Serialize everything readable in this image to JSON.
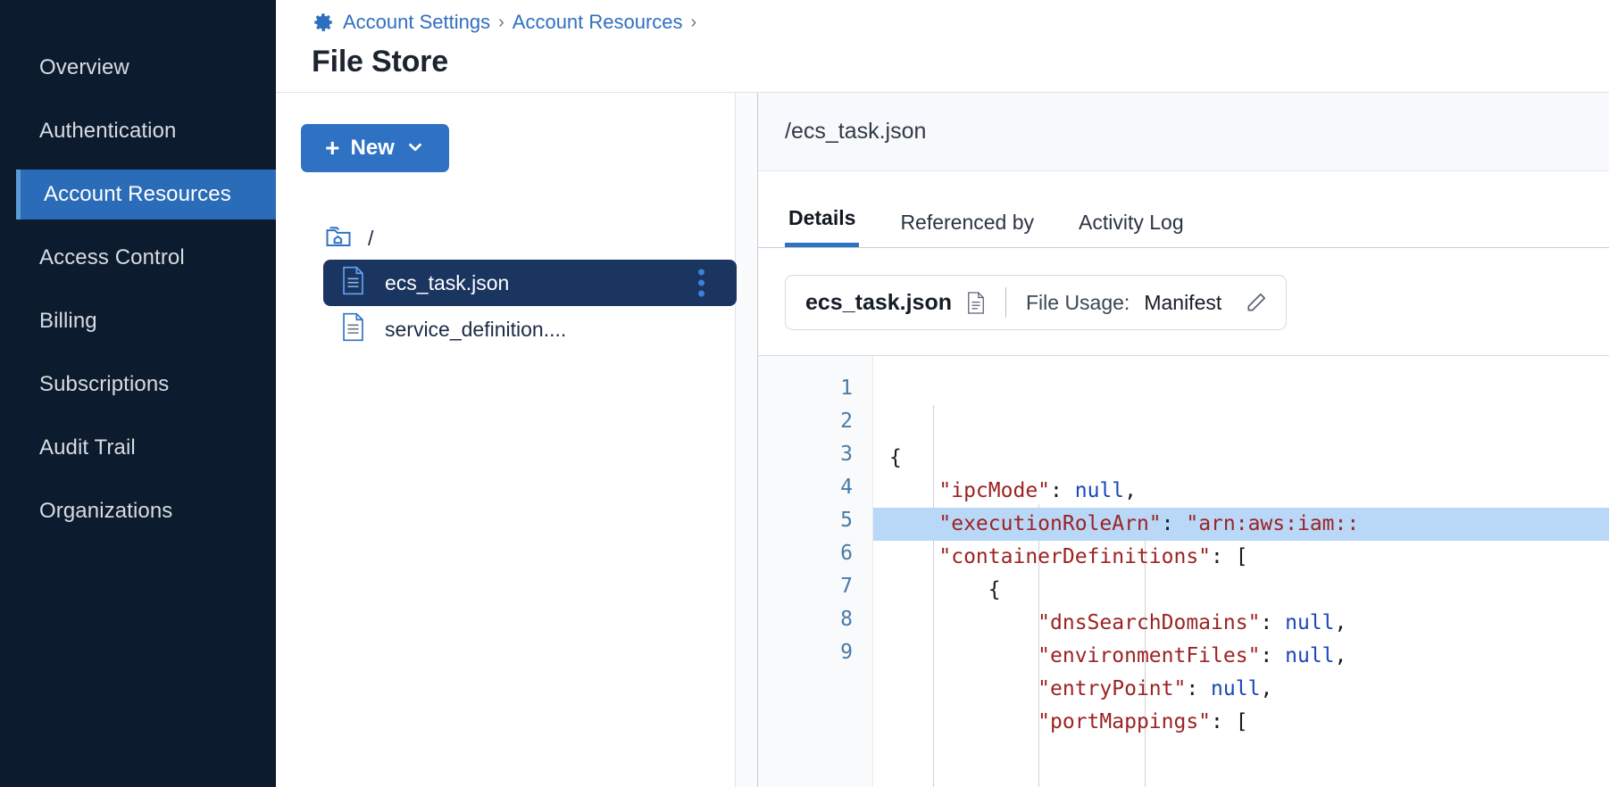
{
  "sidebar": {
    "items": [
      {
        "label": "Overview",
        "active": false
      },
      {
        "label": "Authentication",
        "active": false
      },
      {
        "label": "Account Resources",
        "active": true
      },
      {
        "label": "Access Control",
        "active": false
      },
      {
        "label": "Billing",
        "active": false
      },
      {
        "label": "Subscriptions",
        "active": false
      },
      {
        "label": "Audit Trail",
        "active": false
      },
      {
        "label": "Organizations",
        "active": false
      }
    ]
  },
  "header": {
    "gear_icon": "gear-icon",
    "breadcrumb": [
      {
        "label": "Account Settings"
      },
      {
        "label": "Account Resources"
      }
    ],
    "separator": "›",
    "title": "File Store"
  },
  "tree_pane": {
    "new_button": {
      "plus": "+",
      "label": "New",
      "chevron": "⌄"
    },
    "root": {
      "icon": "home-folder-icon",
      "label": "/"
    },
    "files": [
      {
        "icon": "file-icon",
        "label": "ecs_task.json",
        "selected": true,
        "kebab": "kebab-menu-icon"
      },
      {
        "icon": "file-icon",
        "label": "service_definition....",
        "selected": false
      }
    ]
  },
  "detail_pane": {
    "path": "/ecs_task.json",
    "tabs": [
      {
        "label": "Details",
        "active": true
      },
      {
        "label": "Referenced by",
        "active": false
      },
      {
        "label": "Activity Log",
        "active": false
      }
    ],
    "usage": {
      "file_name": "ecs_task.json",
      "file_icon": "document-icon",
      "label": "File Usage:",
      "value": "Manifest",
      "edit_icon": "pencil-icon"
    },
    "editor": {
      "line_numbers": [
        "1",
        "2",
        "3",
        "4",
        "5",
        "6",
        "7",
        "8",
        "9"
      ],
      "highlighted_line": 3,
      "lines": [
        [
          {
            "t": "{",
            "c": "p"
          }
        ],
        [
          {
            "t": "    ",
            "c": "p"
          },
          {
            "t": "\"ipcMode\"",
            "c": "k"
          },
          {
            "t": ": ",
            "c": "p"
          },
          {
            "t": "null",
            "c": "n"
          },
          {
            "t": ",",
            "c": "p"
          }
        ],
        [
          {
            "t": "    ",
            "c": "p"
          },
          {
            "t": "\"executionRoleArn\"",
            "c": "k"
          },
          {
            "t": ": ",
            "c": "p"
          },
          {
            "t": "\"arn:aws:iam::",
            "c": "s"
          }
        ],
        [
          {
            "t": "    ",
            "c": "p"
          },
          {
            "t": "\"containerDefinitions\"",
            "c": "k"
          },
          {
            "t": ": [",
            "c": "p"
          }
        ],
        [
          {
            "t": "        ",
            "c": "p"
          },
          {
            "t": "{",
            "c": "p"
          }
        ],
        [
          {
            "t": "            ",
            "c": "p"
          },
          {
            "t": "\"dnsSearchDomains\"",
            "c": "k"
          },
          {
            "t": ": ",
            "c": "p"
          },
          {
            "t": "null",
            "c": "n"
          },
          {
            "t": ",",
            "c": "p"
          }
        ],
        [
          {
            "t": "            ",
            "c": "p"
          },
          {
            "t": "\"environmentFiles\"",
            "c": "k"
          },
          {
            "t": ": ",
            "c": "p"
          },
          {
            "t": "null",
            "c": "n"
          },
          {
            "t": ",",
            "c": "p"
          }
        ],
        [
          {
            "t": "            ",
            "c": "p"
          },
          {
            "t": "\"entryPoint\"",
            "c": "k"
          },
          {
            "t": ": ",
            "c": "p"
          },
          {
            "t": "null",
            "c": "n"
          },
          {
            "t": ",",
            "c": "p"
          }
        ],
        [
          {
            "t": "            ",
            "c": "p"
          },
          {
            "t": "\"portMappings\"",
            "c": "k"
          },
          {
            "t": ": [",
            "c": "p"
          }
        ]
      ]
    }
  },
  "colors": {
    "sidebar_bg": "#0d1b2e",
    "accent_blue": "#2f72c4",
    "active_nav": "#2b6cb8",
    "selected_row": "#1b3561",
    "code_highlight": "#b9d7f7",
    "json_key": "#9c2323",
    "json_null": "#1b47b8",
    "line_number": "#4a7ba6"
  }
}
